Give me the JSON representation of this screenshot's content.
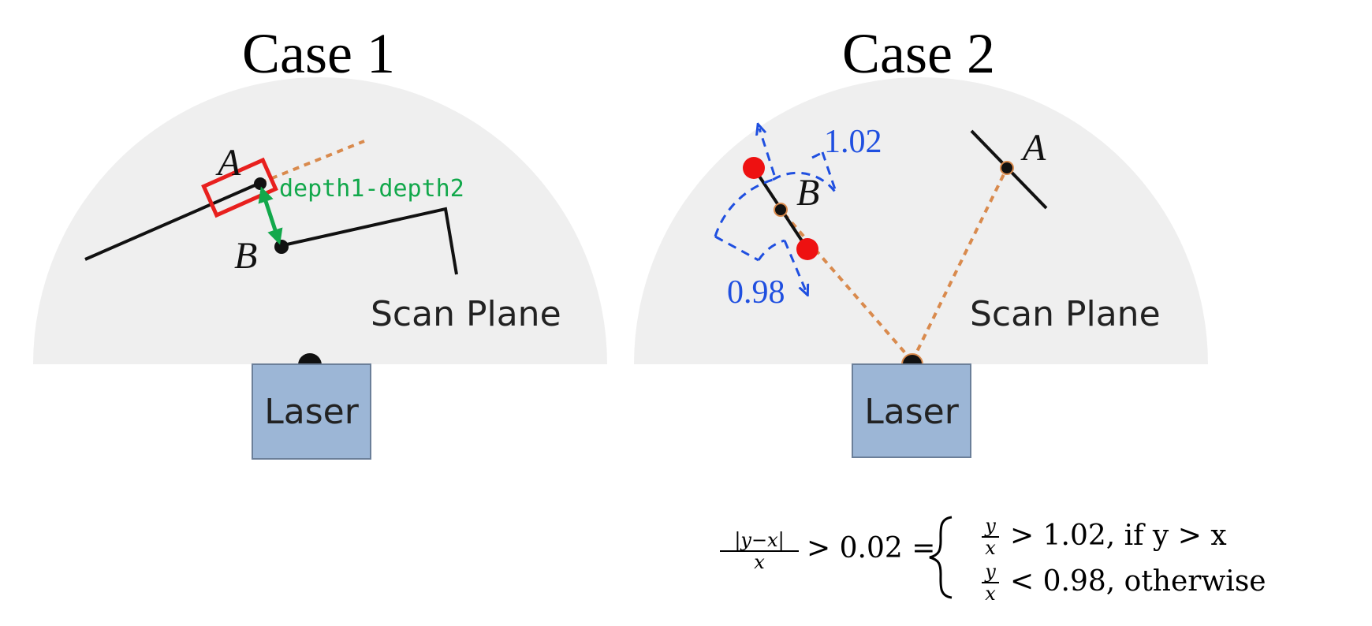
{
  "panels": [
    {
      "title": "Case 1",
      "labels": {
        "point_a": "A",
        "point_b": "B",
        "depth_note": "depth1-depth2",
        "scan_plane": "Scan Plane",
        "laser": "Laser"
      }
    },
    {
      "title": "Case 2",
      "labels": {
        "point_a": "A",
        "point_b": "B",
        "upper_ratio": "1.02",
        "lower_ratio": "0.98",
        "scan_plane": "Scan Plane",
        "laser": "Laser"
      }
    }
  ],
  "formula": {
    "lhs_numerator": "|y−x|",
    "lhs_denominator": "x",
    "relation": "> 0.02 =",
    "cases": [
      {
        "frac_num": "y",
        "frac_den": "x",
        "condition": "> 1.02,  if y > x"
      },
      {
        "frac_num": "y",
        "frac_den": "x",
        "condition": "< 0.98,  otherwise"
      }
    ]
  },
  "colors": {
    "scan_plane_fill": "#efefef",
    "laser_box": "#9cb6d6",
    "laser_box_border": "#6b7f99",
    "highlight_box": "#e8201e",
    "depth_arrow": "#12a84b",
    "ray": "#d98a4d",
    "ratio_marker": "#1f4fe0",
    "endpoint_dot": "#ee1111"
  }
}
